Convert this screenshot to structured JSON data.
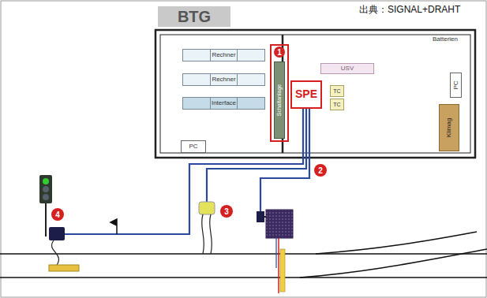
{
  "diagram": {
    "nodes": [
      {
        "text": [
          "BTG"
        ]
      },
      {
        "text": [
          "Rechner"
        ]
      },
      {
        "text": [
          "Rechner"
        ]
      },
      {
        "text": [
          "Interface"
        ]
      },
      {
        "text": [
          "PC"
        ]
      },
      {
        "text": [
          "Schaltanlage"
        ]
      },
      {
        "text": [
          "SPE"
        ]
      },
      {
        "text": [
          "USV"
        ]
      },
      {
        "text": [
          "TC"
        ]
      },
      {
        "text": [
          "TC"
        ]
      },
      {
        "text": [
          "PC"
        ]
      },
      {
        "text": [
          "Klimag"
        ]
      }
    ],
    "labels": [
      "出典：SIGNAL+DRAHT",
      "Batterien",
      "1",
      "2",
      "3",
      "4"
    ]
  }
}
